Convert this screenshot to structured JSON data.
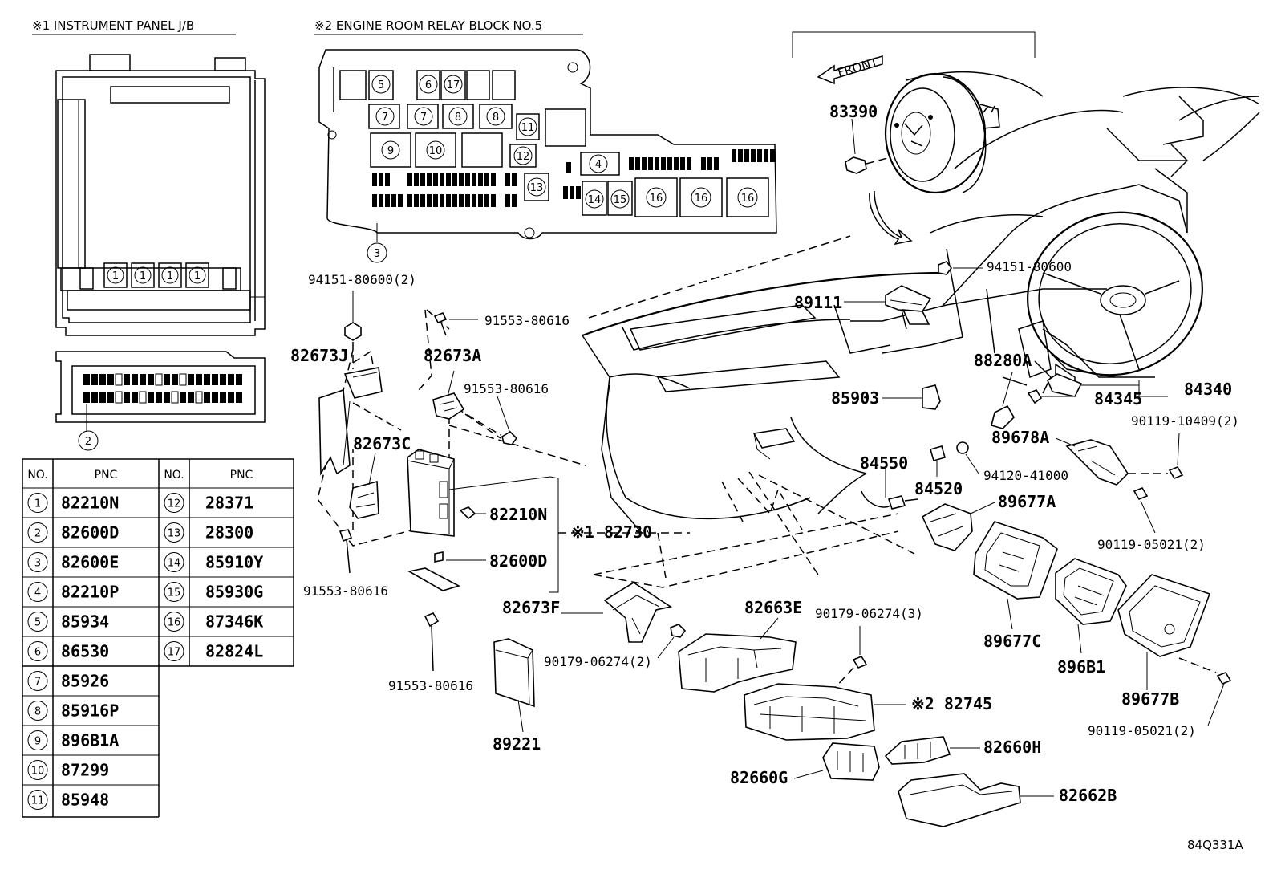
{
  "headers": {
    "instrument_panel": "※1 INSTRUMENT PANEL J/B",
    "relay_block": "※2 ENGINE ROOM RELAY BLOCK NO.5"
  },
  "front_label": "FRONT",
  "diagram_id": "84Q331A",
  "table": {
    "col_no": "NO.",
    "col_pnc": "PNC",
    "left": [
      {
        "no": "1",
        "pnc": "82210N"
      },
      {
        "no": "2",
        "pnc": "82600D"
      },
      {
        "no": "3",
        "pnc": "82600E"
      },
      {
        "no": "4",
        "pnc": "82210P"
      },
      {
        "no": "5",
        "pnc": "85934"
      },
      {
        "no": "6",
        "pnc": "86530"
      },
      {
        "no": "7",
        "pnc": "85926"
      },
      {
        "no": "8",
        "pnc": "85916P"
      },
      {
        "no": "9",
        "pnc": "896B1A"
      },
      {
        "no": "10",
        "pnc": "87299"
      },
      {
        "no": "11",
        "pnc": "85948"
      }
    ],
    "right": [
      {
        "no": "12",
        "pnc": "28371"
      },
      {
        "no": "13",
        "pnc": "28300"
      },
      {
        "no": "14",
        "pnc": "85910Y"
      },
      {
        "no": "15",
        "pnc": "85930G"
      },
      {
        "no": "16",
        "pnc": "87346K"
      },
      {
        "no": "17",
        "pnc": "82824L"
      }
    ]
  },
  "callouts": {
    "p94151_2": "94151-80600(2)",
    "p91553_a": "91553-80616",
    "p82673J": "82673J",
    "p82673A": "82673A",
    "p91553_b": "91553-80616",
    "p82673C": "82673C",
    "p82210N": "82210N",
    "p82730": "※1 82730",
    "p82600D": "82600D",
    "p91553_c": "91553-80616",
    "p82673F": "82673F",
    "p90179_2": "90179-06274(2)",
    "p91553_d": "91553-80616",
    "p89221": "89221",
    "p82663E": "82663E",
    "p90179_3": "90179-06274(3)",
    "p82745": "※2 82745",
    "p82660H": "82660H",
    "p82660G": "82660G",
    "p82662B": "82662B",
    "p83390": "83390",
    "p94151": "94151-80600",
    "p89111": "89111",
    "p88280A": "88280A",
    "p84340": "84340",
    "p84345": "84345",
    "p85903": "85903",
    "p90119_10409": "90119-10409(2)",
    "p89678A": "89678A",
    "p84550": "84550",
    "p94120": "94120-41000",
    "p84520": "84520",
    "p89677A": "89677A",
    "p90119_05021a": "90119-05021(2)",
    "p89677C": "89677C",
    "p896B1": "896B1",
    "p89677B": "89677B",
    "p90119_05021b": "90119-05021(2)"
  },
  "jb_fuses": [
    "1",
    "1",
    "1",
    "1"
  ],
  "jb_callout": "2",
  "relay_callout": "3",
  "relay_slots": {
    "s5": "5",
    "s6": "6",
    "s17": "17",
    "s7a": "7",
    "s7b": "7",
    "s8a": "8",
    "s8b": "8",
    "s11": "11",
    "s9": "9",
    "s10": "10",
    "s12": "12",
    "s4": "4",
    "s13": "13",
    "s14": "14",
    "s15": "15",
    "s16a": "16",
    "s16b": "16",
    "s16c": "16"
  }
}
